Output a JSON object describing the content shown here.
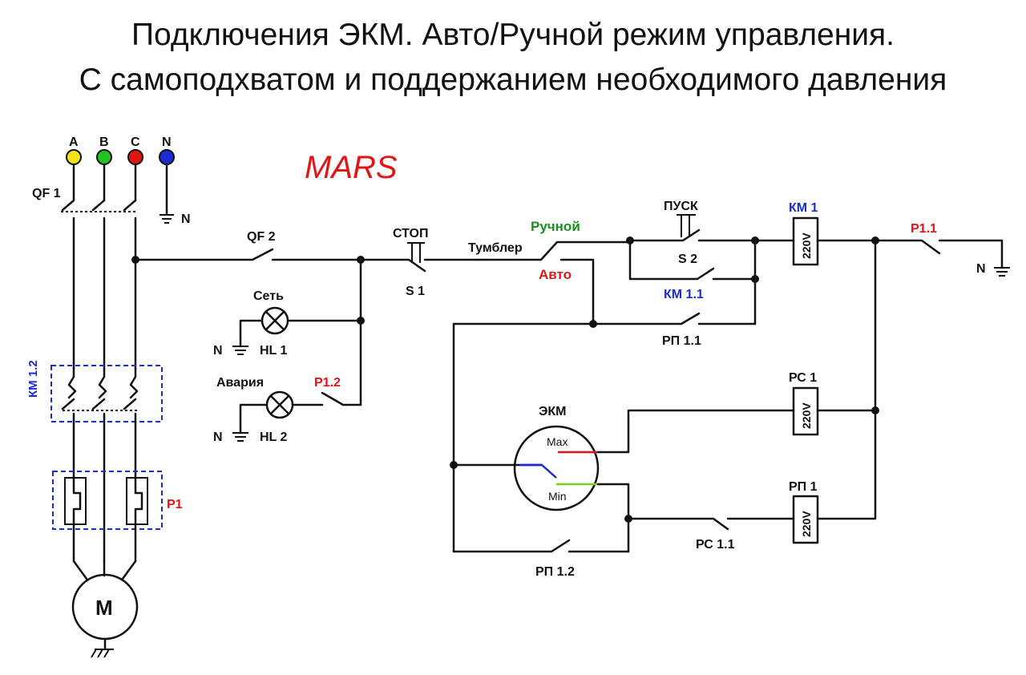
{
  "title": {
    "line1": "Подключения ЭКМ. Авто/Ручной режим управления.",
    "line2": "С самоподхватом и поддержанием необходимого давления"
  },
  "brand": "MARS",
  "phases": [
    {
      "label": "A",
      "color": "#f2e21a"
    },
    {
      "label": "B",
      "color": "#22c322"
    },
    {
      "label": "C",
      "color": "#e01515"
    },
    {
      "label": "N",
      "color": "#1a2bd6"
    }
  ],
  "labels": {
    "qf1": "QF 1",
    "n_top": "N",
    "qf2": "QF 2",
    "stop": "СТОП",
    "s1": "S 1",
    "toggle": "Тумблер",
    "manual": "Ручной",
    "auto": "Авто",
    "start": "ПУСК",
    "s2": "S 2",
    "km1_1": "КМ 1.1",
    "rp1_1": "РП 1.1",
    "km1": "КМ 1",
    "p1_1": "P1.1",
    "n_right": "N",
    "net": "Сеть",
    "hl1": "HL 1",
    "n_hl1": "N",
    "alarm": "Авария",
    "p1_2": "P1.2",
    "hl2": "HL 2",
    "n_hl2": "N",
    "km1_2": "КМ 1.2",
    "p1": "P1",
    "motor": "M",
    "ekm": "ЭКМ",
    "max": "Max",
    "min": "Min",
    "rs1": "РС 1",
    "rp1": "РП 1",
    "rs1_1": "РС 1.1",
    "rp1_2": "РП 1.2",
    "coil_v1": "220V",
    "coil_v2": "220V",
    "coil_v3": "220V"
  },
  "colors": {
    "wire": "#111111",
    "red_label": "#e01515",
    "green_label": "#1a8f1a",
    "blue_label": "#1a2bd6",
    "max_wire": "#e01515",
    "min_wire": "#7ad11a",
    "needle": "#1a2bd6"
  }
}
